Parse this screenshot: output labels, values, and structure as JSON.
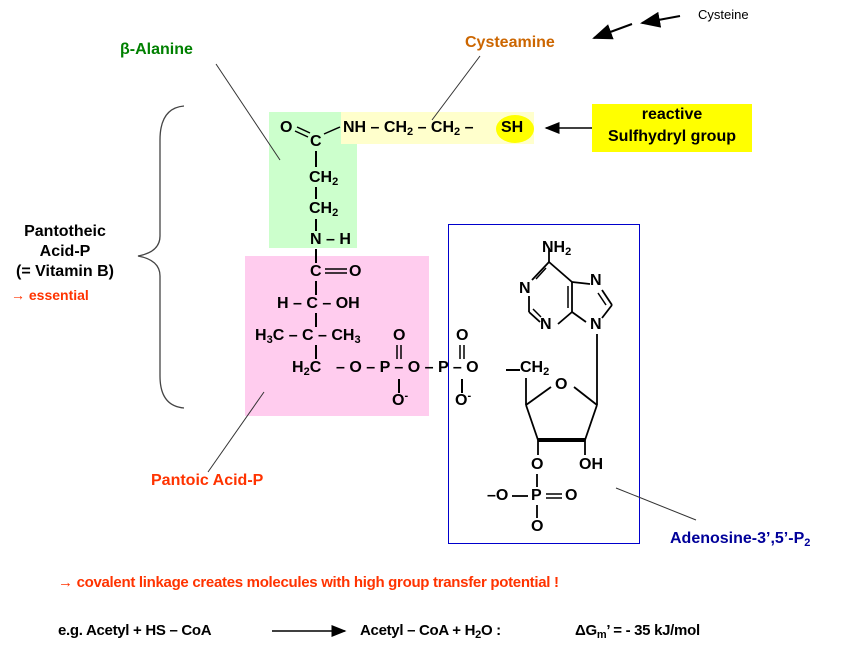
{
  "labels": {
    "cysteine": "Cysteine",
    "cysteamine": "Cysteamine",
    "beta_alanine": "β-Alanine",
    "reactive_line1": "reactive",
    "reactive_line2": "Sulfhydryl group",
    "pantotheic_line1": "Pantotheic",
    "pantotheic_line2": "Acid-P",
    "pantotheic_line3": "(= Vitamin B)",
    "essential": "→ essential",
    "pantoic_acid": "Pantoic Acid-P",
    "adenosine": "Adenosine-3’,5’-P",
    "adenosine_sub": "2"
  },
  "structure": {
    "carbonyl_O": "O",
    "carbonyl_C": "C",
    "amide_chain": "NH – CH",
    "sub2": "2",
    "dash_ch": " – CH",
    "dash": " – ",
    "SH": "SH",
    "ch": "CH",
    "nh": "N – H",
    "c_double_o_c": "C",
    "c_double_o_o": "O",
    "h_c_oh": "H – C – OH",
    "h3c": "H",
    "sub3": "3",
    "c_mid": "C – C – CH",
    "h2c": "H",
    "h2c_tail": "C",
    "o_p_o_p_o": "– O – P – O – P – O",
    "o": "O",
    "o_minus": "O",
    "minus": "-",
    "p": "P",
    "n": "N",
    "nh2": "NH",
    "ch2": "CH",
    "oh": "OH",
    "neg_o": "–O"
  },
  "footer": {
    "conclusion": "→ covalent linkage creates molecules with high group transfer potential !",
    "eq_prefix": "e.g. Acetyl  + HS – CoA",
    "eq_product": "Acetyl – CoA  + H",
    "eq_sub": "2",
    "eq_product_tail": "O :",
    "dg_label": "ΔG",
    "dg_sub": "m",
    "dg_value": "’ = - 35 kJ/mol"
  },
  "colors": {
    "beta_alanine_bg": "#ccffcc",
    "cysteamine_bg": "#ffffcc",
    "pantoic_bg": "#ffccee",
    "sulfhydryl_box": "#ffff00",
    "adenosine_box": "#0000cc",
    "green_text": "#008000",
    "orange_text": "#cc6600",
    "red_text": "#ff3300",
    "navy_text": "#000099"
  }
}
